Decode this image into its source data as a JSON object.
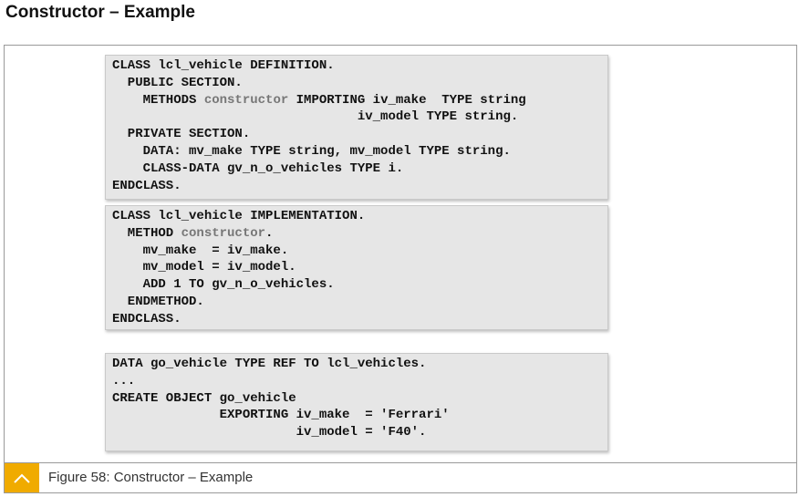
{
  "header": {
    "title": "Constructor – Example"
  },
  "figure": {
    "code_blocks": [
      {
        "id": "definition",
        "lines": [
          [
            "CLASS lcl_vehicle DEFINITION."
          ],
          [
            "  PUBLIC SECTION."
          ],
          [
            "    METHODS ",
            "constructor",
            " IMPORTING iv_make  TYPE string"
          ],
          [
            "                                iv_model TYPE string."
          ],
          [
            "  PRIVATE SECTION."
          ],
          [
            "    DATA: mv_make TYPE string, mv_model TYPE string."
          ],
          [
            "    CLASS-DATA gv_n_o_vehicles TYPE i."
          ],
          [
            "ENDCLASS."
          ]
        ]
      },
      {
        "id": "implementation",
        "lines": [
          [
            "CLASS lcl_vehicle IMPLEMENTATION."
          ],
          [
            "  METHOD ",
            "constructor",
            "."
          ],
          [
            "    mv_make  = iv_make."
          ],
          [
            "    mv_model = iv_model."
          ],
          [
            "    ADD 1 TO gv_n_o_vehicles."
          ],
          [
            "  ENDMETHOD."
          ],
          [
            "ENDCLASS."
          ]
        ]
      },
      {
        "id": "usage",
        "lines": [
          [
            "DATA go_vehicle TYPE REF TO lcl_vehicles."
          ],
          [
            "..."
          ],
          [
            "CREATE OBJECT go_vehicle"
          ],
          [
            "              EXPORTING iv_make  = 'Ferrari'"
          ],
          [
            "                        iv_model = 'F40'."
          ]
        ]
      }
    ],
    "caption": {
      "icon": "chevron-up-icon",
      "text": "Figure 58: Constructor – Example"
    }
  },
  "colors": {
    "accent": "#f0ab00",
    "code_background": "#e6e6e6",
    "highlight_keyword": "#777777"
  }
}
